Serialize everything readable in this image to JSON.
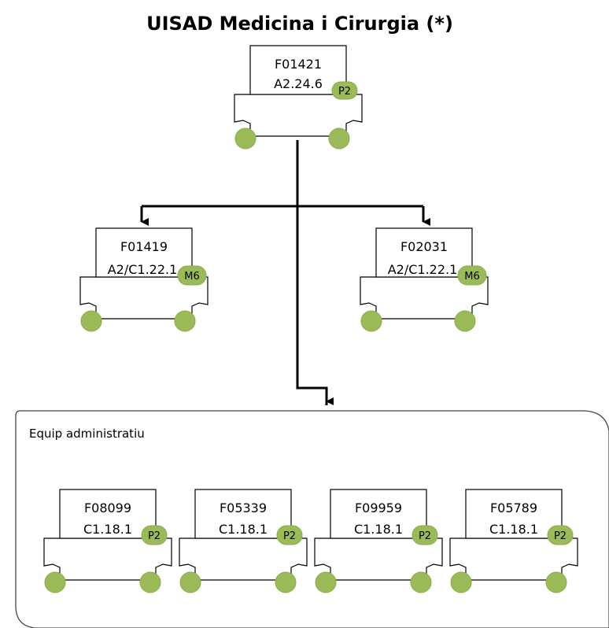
{
  "title": "UISAD Medicina i Cirurgia (*)",
  "team_label": "Equip administratiu",
  "colors": {
    "badge": "#9bbb59",
    "circle": "#9bbb59",
    "circle_stroke": "#8aab4a",
    "line": "#000000"
  },
  "nodes": {
    "root": {
      "code": "F01421",
      "level": "A2.24.6",
      "badge": "P2"
    },
    "left": {
      "code": "F01419",
      "level": "A2/C1.22.1",
      "badge": "M6"
    },
    "right": {
      "code": "F02031",
      "level": "A2/C1.22.1",
      "badge": "M6"
    },
    "team1": {
      "code": "F08099",
      "level": "C1.18.1",
      "badge": "P2"
    },
    "team2": {
      "code": "F05339",
      "level": "C1.18.1",
      "badge": "P2"
    },
    "team3": {
      "code": "F09959",
      "level": "C1.18.1",
      "badge": "P2"
    },
    "team4": {
      "code": "F05789",
      "level": "C1.18.1",
      "badge": "P2"
    }
  }
}
